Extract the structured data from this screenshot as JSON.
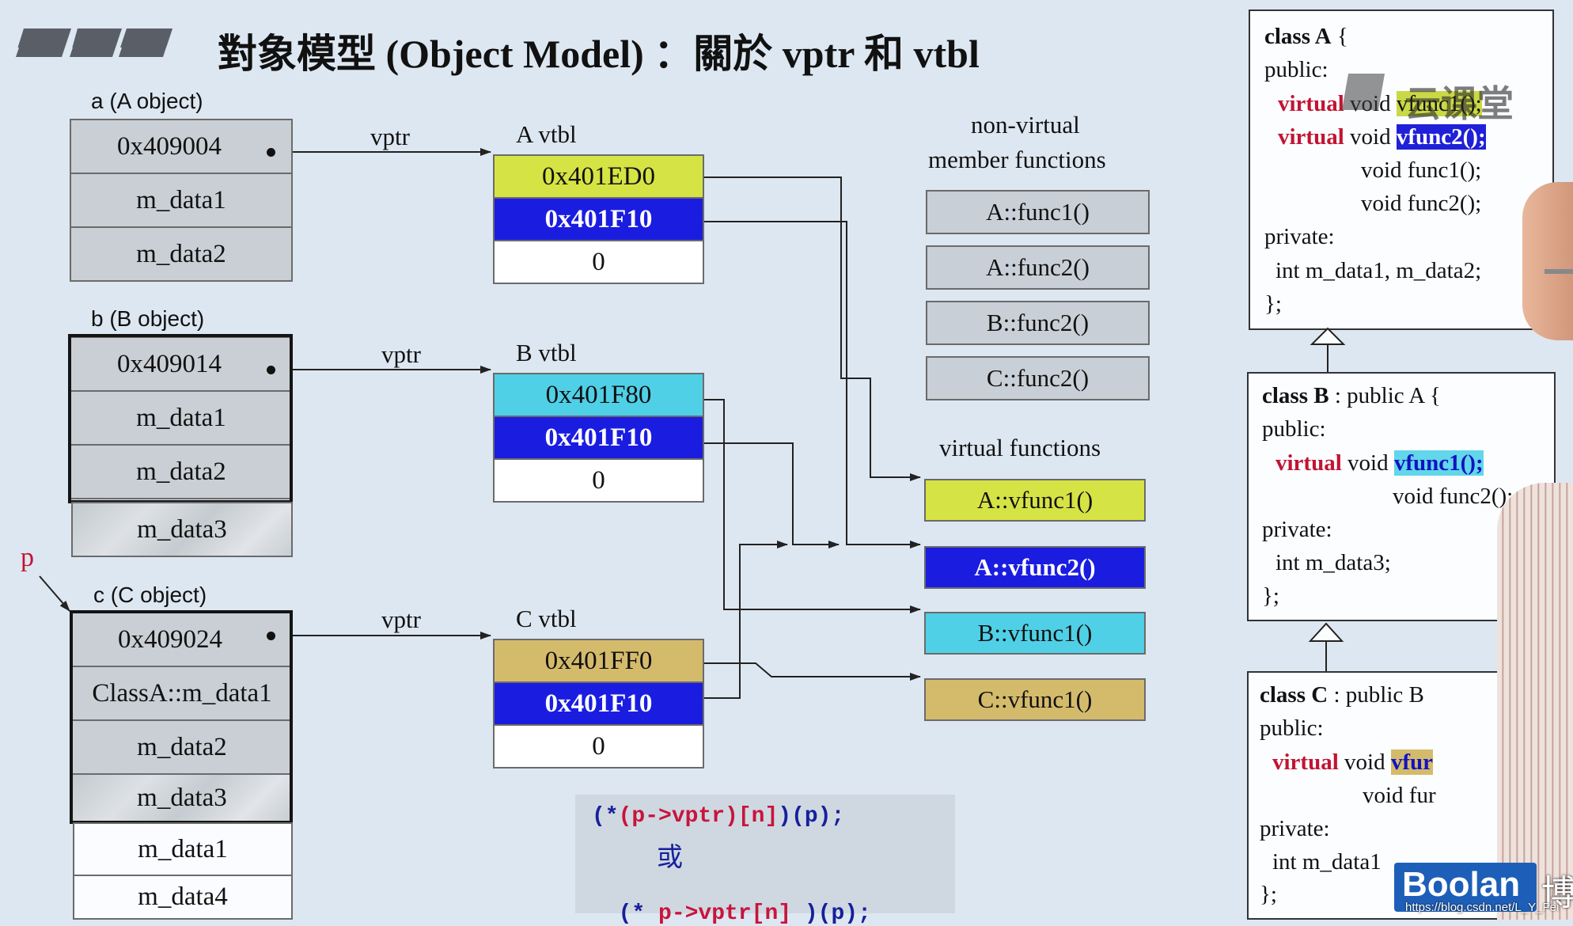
{
  "title": "對象模型 (Object Model) ：關於 vptr 和 vtbl",
  "objects": {
    "a": {
      "label": "a (A object)",
      "vptr_value": "0x409004",
      "fields": [
        "m_data1",
        "m_data2"
      ]
    },
    "b": {
      "label": "b (B object)",
      "vptr_value": "0x409014",
      "fields": [
        "m_data1",
        "m_data2"
      ],
      "extra_fields": [
        "m_data3"
      ]
    },
    "c": {
      "label": "c (C object)",
      "vptr_value": "0x409024",
      "fields": [
        "ClassA::m_data1",
        "m_data2",
        "m_data3"
      ],
      "extra_fields": [
        "m_data1",
        "m_data4"
      ]
    }
  },
  "pointer_label": "p",
  "vptr_label": "vptr",
  "vtbls": [
    {
      "title": "A vtbl",
      "entries": [
        "0x401ED0",
        "0x401F10",
        "0"
      ]
    },
    {
      "title": "B vtbl",
      "entries": [
        "0x401F80",
        "0x401F10",
        "0"
      ]
    },
    {
      "title": "C vtbl",
      "entries": [
        "0x401FF0",
        "0x401F10",
        "0"
      ]
    }
  ],
  "nonvirtual": {
    "title_line1": "non-virtual",
    "title_line2": "member functions",
    "items": [
      "A::func1()",
      "A::func2()",
      "B::func2()",
      "C::func2()"
    ]
  },
  "virtual": {
    "title": "virtual functions",
    "items": [
      "A::vfunc1()",
      "A::vfunc2()",
      "B::vfunc1()",
      "C::vfunc1()"
    ]
  },
  "call_code": {
    "line1_a": "(*",
    "line1_b": "(p->vptr)[n]",
    "line1_c": ")",
    "line1_d": "(p)",
    "line1_e": ";",
    "or": "或",
    "line2_a": "(*",
    "line2_b": " p->vptr[n]",
    "line2_c": " )",
    "line2_d": "(p)",
    "line2_e": ";"
  },
  "class_a": {
    "head_kw": "class A",
    "head_rest": " {",
    "public": "public:",
    "v1_kw": "virtual",
    "v1_rest": " void ",
    "v1_fn": "vfunc1();",
    "v2_kw": "virtual",
    "v2_rest": " void ",
    "v2_fn": "vfunc2();",
    "f1": "void  func1();",
    "f2": "void  func2();",
    "private": "private:",
    "data": "int m_data1, m_data2;",
    "end": "};"
  },
  "class_b": {
    "head_kw": "class B",
    "head_rest": " : public A {",
    "public": "public:",
    "v1_kw": "virtual",
    "v1_rest": " void ",
    "v1_fn": "vfunc1();",
    "f2": "void  func2();",
    "private": "private:",
    "data": "int m_data3;",
    "end": "};"
  },
  "class_c": {
    "head_kw": "class C",
    "head_rest": " : public B",
    "public": "public:",
    "v1_kw": "virtual",
    "v1_rest": " void ",
    "v1_fn": "vfur",
    "f2": "void  fur",
    "private": "private:",
    "data": "int m_data1",
    "end": "};"
  },
  "watermark": "云课堂",
  "logo": "Boolan",
  "logo_extra": "博",
  "url": "https://blog.csdn.net/L_Y_Fei",
  "colors": {
    "background": "#dde7f1",
    "yellow": "#d6e344",
    "blue": "#1a1de0",
    "cyan": "#4fd0e6",
    "tan": "#d4bb6c",
    "keyword": "#c21432"
  }
}
